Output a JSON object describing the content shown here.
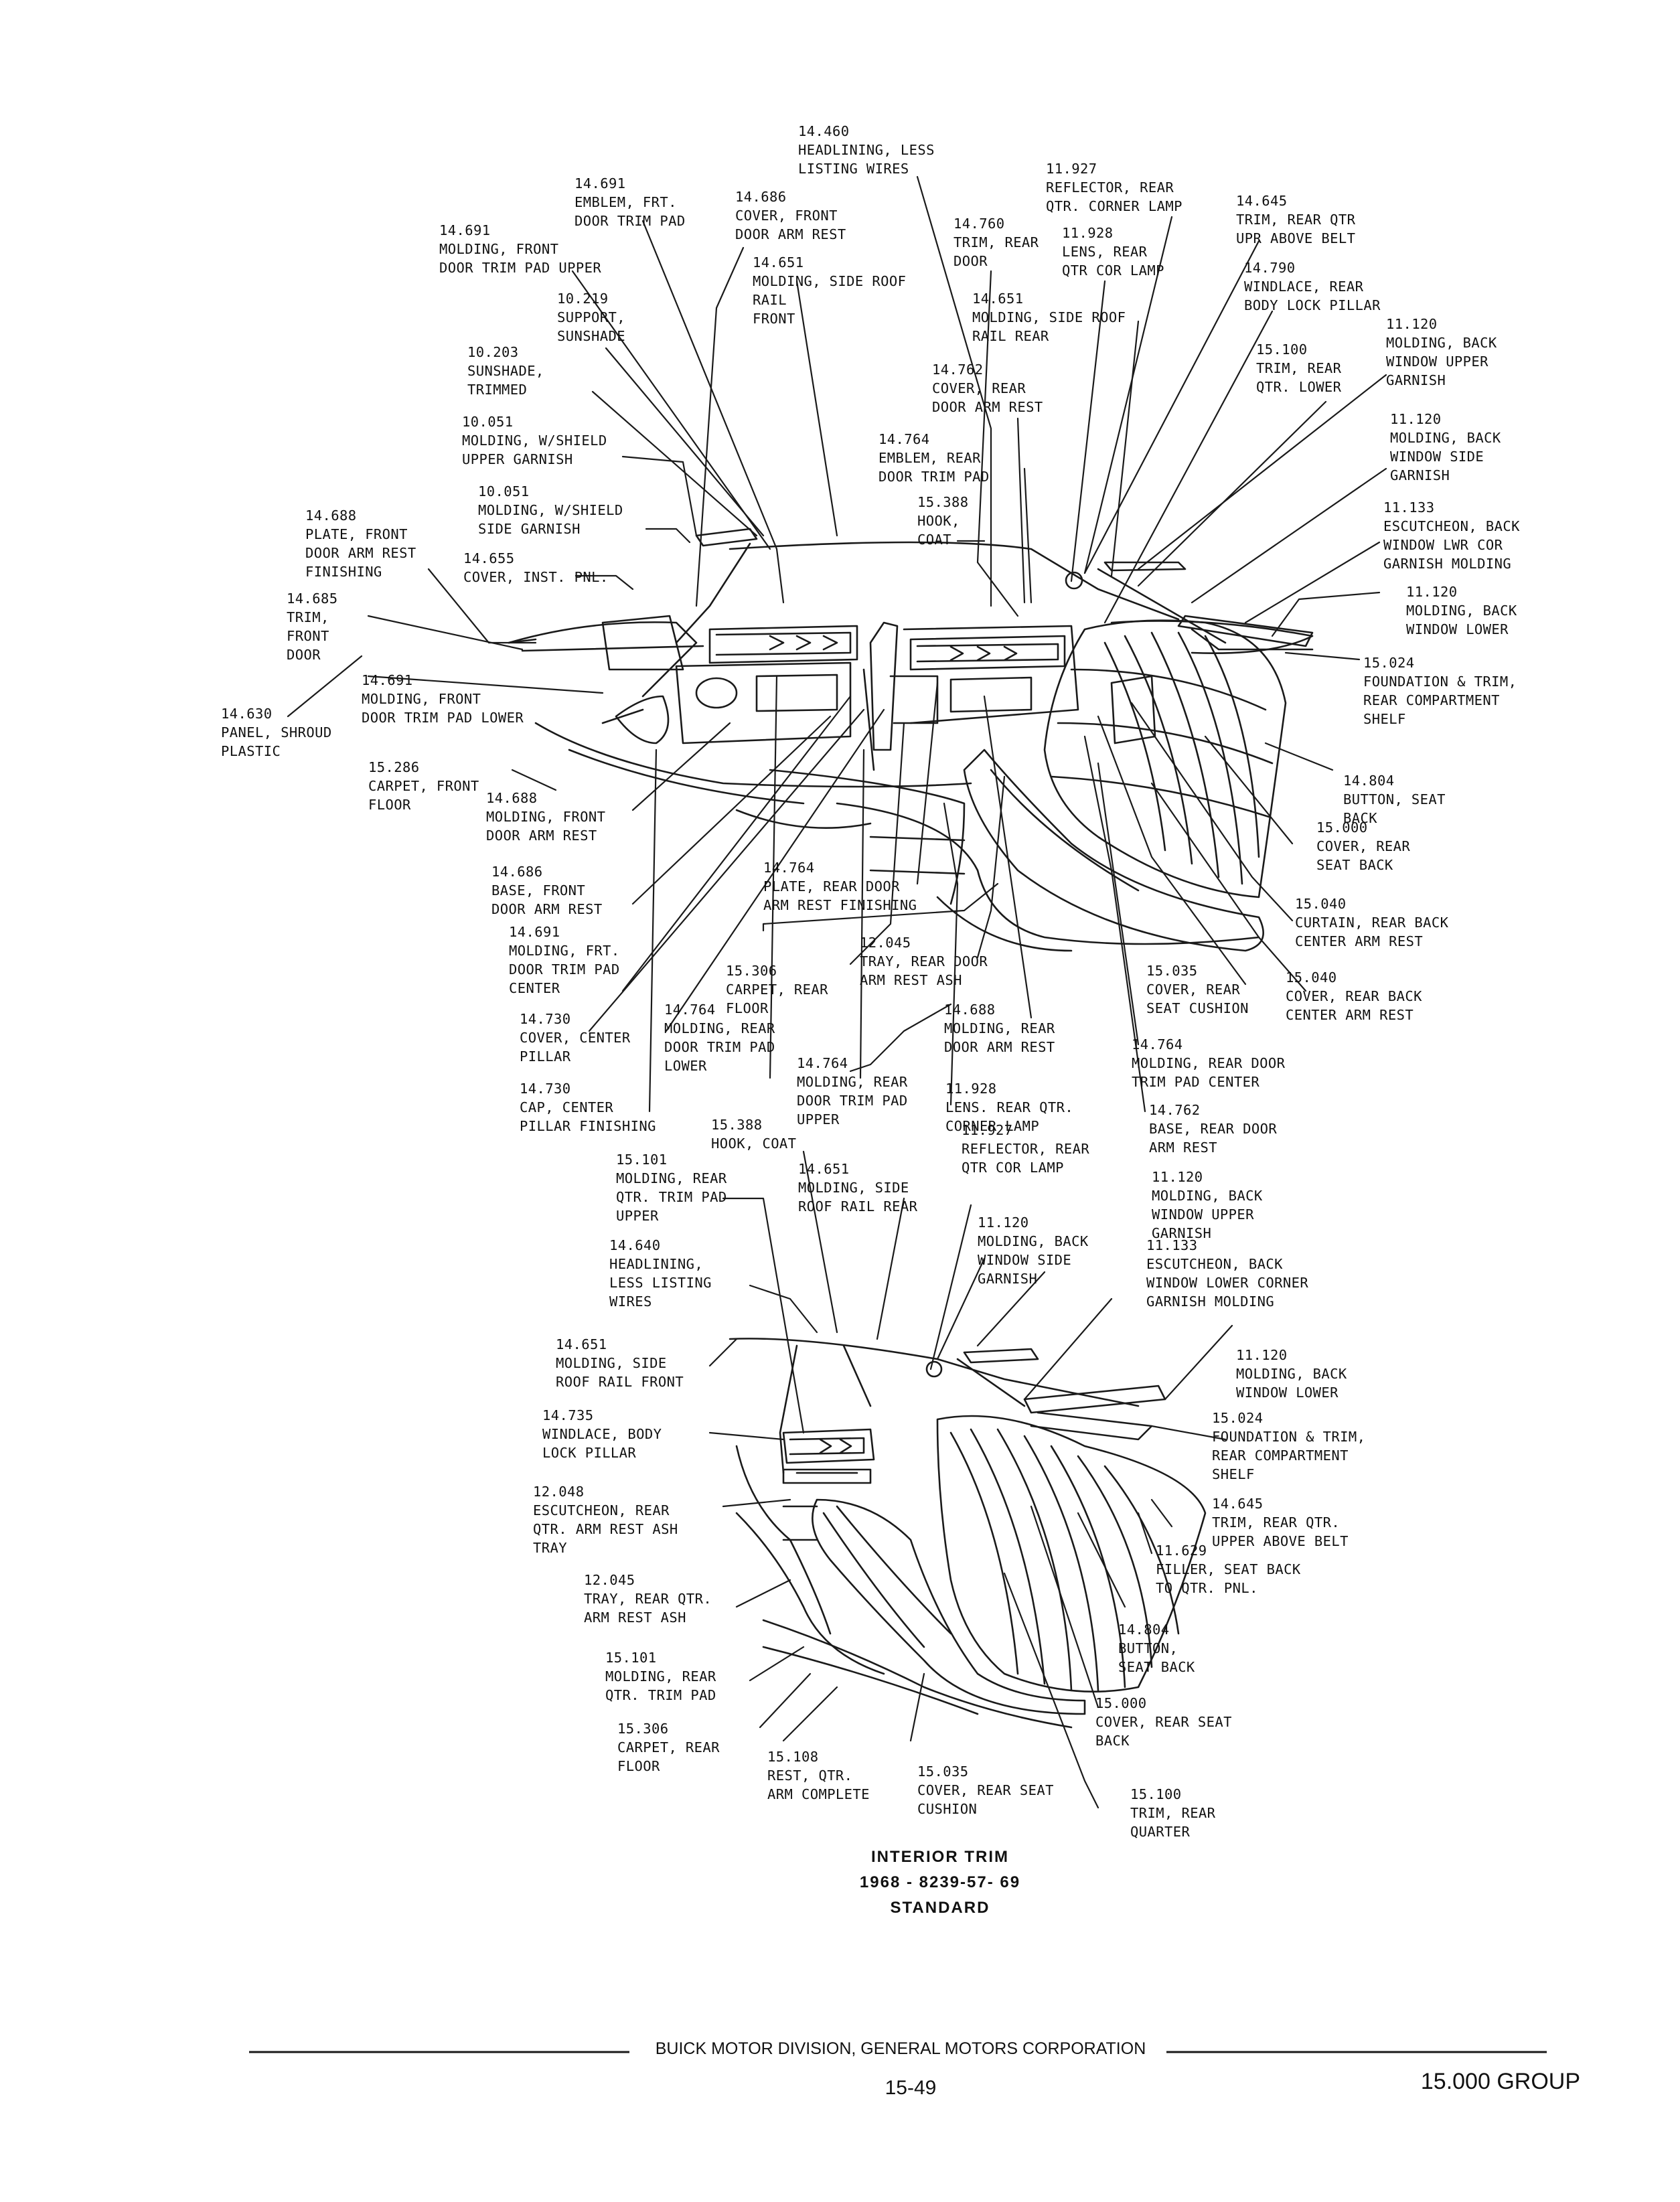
{
  "labels": [
    {
      "id": "L01",
      "num": "14.460",
      "text": "HEADLINING, LESS\nLISTING WIRES"
    },
    {
      "id": "L02",
      "num": "14.691",
      "text": "EMBLEM, FRT.\nDOOR TRIM PAD"
    },
    {
      "id": "L03",
      "num": "14.686",
      "text": "COVER, FRONT\nDOOR ARM REST"
    },
    {
      "id": "L04",
      "num": "11.927",
      "text": "REFLECTOR, REAR\nQTR. CORNER LAMP"
    },
    {
      "id": "L05",
      "num": "14.645",
      "text": "TRIM, REAR QTR\nUPR ABOVE BELT"
    },
    {
      "id": "L06",
      "num": "14.691",
      "text": "MOLDING, FRONT\nDOOR TRIM PAD UPPER"
    },
    {
      "id": "L07",
      "num": "14.760",
      "text": "TRIM, REAR\nDOOR"
    },
    {
      "id": "L08",
      "num": "11.928",
      "text": "LENS, REAR\nQTR COR LAMP"
    },
    {
      "id": "L09",
      "num": "14.651",
      "text": "MOLDING, SIDE ROOF\nRAIL\nFRONT"
    },
    {
      "id": "L10",
      "num": "14.790",
      "text": "WINDLACE, REAR\nBODY LOCK PILLAR"
    },
    {
      "id": "L11",
      "num": "10.219",
      "text": "SUPPORT,\nSUNSHADE"
    },
    {
      "id": "L12",
      "num": "14.651",
      "text": "MOLDING, SIDE ROOF\nRAIL REAR"
    },
    {
      "id": "L13",
      "num": "11.120",
      "text": "MOLDING, BACK\nWINDOW UPPER\nGARNISH"
    },
    {
      "id": "L14",
      "num": "15.100",
      "text": "TRIM, REAR\nQTR. LOWER"
    },
    {
      "id": "L15",
      "num": "10.203",
      "text": "SUNSHADE,\nTRIMMED"
    },
    {
      "id": "L16",
      "num": "14.762",
      "text": "COVER, REAR\nDOOR ARM REST"
    },
    {
      "id": "L17",
      "num": "11.120",
      "text": "MOLDING, BACK\nWINDOW SIDE\nGARNISH"
    },
    {
      "id": "L18",
      "num": "10.051",
      "text": "MOLDING, W/SHIELD\nUPPER GARNISH"
    },
    {
      "id": "L19",
      "num": "14.764",
      "text": "EMBLEM, REAR\nDOOR TRIM PAD"
    },
    {
      "id": "L20",
      "num": "10.051",
      "text": "MOLDING, W/SHIELD\nSIDE GARNISH"
    },
    {
      "id": "L21",
      "num": "15.388",
      "text": "HOOK,\nCOAT"
    },
    {
      "id": "L22",
      "num": "11.133",
      "text": "ESCUTCHEON, BACK\nWINDOW LWR COR\nGARNISH MOLDING"
    },
    {
      "id": "L23",
      "num": "14.688",
      "text": "PLATE, FRONT\nDOOR ARM REST\nFINISHING"
    },
    {
      "id": "L24",
      "num": "14.655",
      "text": "COVER, INST. PNL."
    },
    {
      "id": "L25",
      "num": "11.120",
      "text": "MOLDING, BACK\nWINDOW LOWER"
    },
    {
      "id": "L26",
      "num": "14.685",
      "text": "TRIM,\nFRONT\nDOOR"
    },
    {
      "id": "L27",
      "num": "15.024",
      "text": "FOUNDATION & TRIM,\nREAR COMPARTMENT\nSHELF"
    },
    {
      "id": "L28",
      "num": "14.691",
      "text": "MOLDING, FRONT\nDOOR TRIM PAD LOWER"
    },
    {
      "id": "L29",
      "num": "14.630",
      "text": "PANEL, SHROUD\nPLASTIC"
    },
    {
      "id": "L30",
      "num": "15.286",
      "text": "CARPET, FRONT\nFLOOR"
    },
    {
      "id": "L31",
      "num": "14.804",
      "text": "BUTTON, SEAT\nBACK"
    },
    {
      "id": "L32",
      "num": "14.688",
      "text": "MOLDING, FRONT\nDOOR ARM REST"
    },
    {
      "id": "L33",
      "num": "15.000",
      "text": "COVER, REAR\nSEAT BACK"
    },
    {
      "id": "L34",
      "num": "14.686",
      "text": "BASE, FRONT\nDOOR ARM REST"
    },
    {
      "id": "L35",
      "num": "14.764",
      "text": "PLATE, REAR DOOR\nARM REST FINISHING"
    },
    {
      "id": "L36",
      "num": "15.040",
      "text": "CURTAIN, REAR BACK\nCENTER ARM REST"
    },
    {
      "id": "L37",
      "num": "14.691",
      "text": "MOLDING, FRT.\nDOOR TRIM PAD\nCENTER"
    },
    {
      "id": "L38",
      "num": "12.045",
      "text": "TRAY, REAR DOOR\nARM REST ASH"
    },
    {
      "id": "L39",
      "num": "15.306",
      "text": "CARPET, REAR\nFLOOR"
    },
    {
      "id": "L40",
      "num": "15.035",
      "text": "COVER, REAR\nSEAT CUSHION"
    },
    {
      "id": "L41",
      "num": "15.040",
      "text": "COVER, REAR BACK\nCENTER ARM REST"
    },
    {
      "id": "L42",
      "num": "14.730",
      "text": "COVER, CENTER\nPILLAR"
    },
    {
      "id": "L43",
      "num": "14.764",
      "text": "MOLDING, REAR\nDOOR TRIM PAD\nLOWER"
    },
    {
      "id": "L44",
      "num": "14.688",
      "text": "MOLDING, REAR\nDOOR ARM REST"
    },
    {
      "id": "L45",
      "num": "14.764",
      "text": "MOLDING, REAR DOOR\nTRIM PAD CENTER"
    },
    {
      "id": "L46",
      "num": "14.764",
      "text": "MOLDING, REAR\nDOOR TRIM PAD\nUPPER"
    },
    {
      "id": "L47",
      "num": "14.730",
      "text": "CAP, CENTER\nPILLAR FINISHING"
    },
    {
      "id": "L48",
      "num": "11.928",
      "text": "LENS. REAR QTR.\nCORNER LAMP"
    },
    {
      "id": "L49",
      "num": "14.762",
      "text": "BASE, REAR DOOR\nARM REST"
    },
    {
      "id": "L50",
      "num": "15.388",
      "text": "HOOK, COAT"
    },
    {
      "id": "L51",
      "num": "15.101",
      "text": "MOLDING, REAR\nQTR. TRIM PAD\nUPPER"
    },
    {
      "id": "L52",
      "num": "14.651",
      "text": "MOLDING, SIDE\nROOF RAIL REAR"
    },
    {
      "id": "L53",
      "num": "11.927",
      "text": "REFLECTOR, REAR\nQTR COR LAMP"
    },
    {
      "id": "L54",
      "num": "11.120",
      "text": "MOLDING, BACK\nWINDOW UPPER\nGARNISH"
    },
    {
      "id": "L55",
      "num": "11.120",
      "text": "MOLDING, BACK\nWINDOW SIDE\nGARNISH"
    },
    {
      "id": "L56",
      "num": "14.640",
      "text": "HEADLINING,\nLESS LISTING\nWIRES"
    },
    {
      "id": "L57",
      "num": "11.133",
      "text": "ESCUTCHEON, BACK\nWINDOW LOWER CORNER\nGARNISH MOLDING"
    },
    {
      "id": "L58",
      "num": "14.651",
      "text": "MOLDING, SIDE\nROOF RAIL FRONT"
    },
    {
      "id": "L59",
      "num": "11.120",
      "text": "MOLDING, BACK\nWINDOW LOWER"
    },
    {
      "id": "L60",
      "num": "14.735",
      "text": "WINDLACE, BODY\nLOCK PILLAR"
    },
    {
      "id": "L61",
      "num": "15.024",
      "text": "FOUNDATION & TRIM,\nREAR COMPARTMENT\nSHELF"
    },
    {
      "id": "L62",
      "num": "12.048",
      "text": "ESCUTCHEON, REAR\nQTR. ARM REST ASH\nTRAY"
    },
    {
      "id": "L63",
      "num": "14.645",
      "text": "TRIM, REAR QTR.\nUPPER ABOVE BELT"
    },
    {
      "id": "L64",
      "num": "11.629",
      "text": "FILLER, SEAT BACK\nTO QTR. PNL."
    },
    {
      "id": "L65",
      "num": "12.045",
      "text": "TRAY, REAR QTR.\nARM REST ASH"
    },
    {
      "id": "L66",
      "num": "14.804",
      "text": "BUTTON,\nSEAT BACK"
    },
    {
      "id": "L67",
      "num": "15.101",
      "text": "MOLDING, REAR\nQTR. TRIM PAD"
    },
    {
      "id": "L68",
      "num": "15.000",
      "text": "COVER, REAR SEAT\nBACK"
    },
    {
      "id": "L69",
      "num": "15.306",
      "text": "CARPET, REAR\nFLOOR"
    },
    {
      "id": "L70",
      "num": "15.108",
      "text": "REST, QTR.\nARM COMPLETE"
    },
    {
      "id": "L71",
      "num": "15.035",
      "text": "COVER, REAR SEAT\nCUSHION"
    },
    {
      "id": "L72",
      "num": "15.100",
      "text": "TRIM, REAR\nQUARTER"
    }
  ],
  "caption": {
    "line1": "INTERIOR TRIM",
    "line2": "1968 - 8239-57- 69",
    "line3": "STANDARD"
  },
  "footer": {
    "company": "BUICK MOTOR DIVISION, GENERAL MOTORS CORPORATION",
    "page": "15-49",
    "group": "15.000 GROUP"
  }
}
